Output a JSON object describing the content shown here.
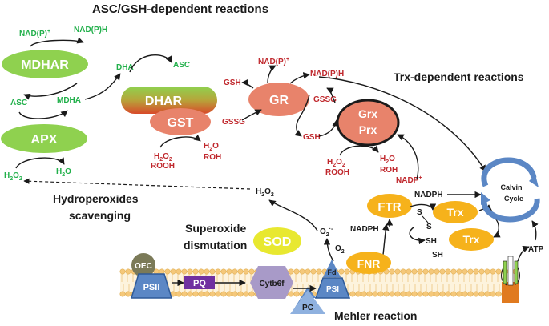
{
  "headings": {
    "asc_gsh": "ASC/GSH-dependent reactions",
    "trx": "Trx-dependent reactions",
    "hydroperoxides_1": "Hydroperoxides",
    "hydroperoxides_2": "scavenging",
    "superoxide_1": "Superoxide",
    "superoxide_2": "dismutation",
    "mehler": "Mehler reaction"
  },
  "enzymes": {
    "mdhar": "MDHAR",
    "apx": "APX",
    "dhar": "DHAR",
    "gst": "GST",
    "gr": "GR",
    "grx": "Grx",
    "prx": "Prx",
    "ftr": "FTR",
    "fnr": "FNR",
    "sod": "SOD",
    "trx_top": "Trx",
    "trx_bottom": "Trx"
  },
  "metabolites": {
    "nadp_plus_green": "NAD(P)",
    "nadph_green": "NAD(P)H",
    "dha": "DHA",
    "asc_right": "ASC",
    "asc_left": "ASC",
    "mdha": "MDHA",
    "h2o2_green": "H",
    "h2o_green": "H",
    "nadp_plus_red": "NAD(P)",
    "nadph_red": "NAD(P)H",
    "gsh_top": "GSH",
    "gssg_left": "GSSG",
    "gssg_right": "GSSG",
    "gsh_right": "GSH",
    "h2o2_gst": "H",
    "rooh_gst": "ROOH",
    "h2o_gst": "H",
    "roh_gst": "ROH",
    "h2o2_prx": "H",
    "rooh_prx": "ROOH",
    "h2o_prx": "H",
    "roh_prx": "ROH",
    "nadp_plus_ftr": "NADP",
    "nadph_trx": "NADPH",
    "nadph_fnr": "NADPH",
    "h2o2_mid": "H",
    "o2_radical": "O",
    "o2": "O",
    "atp": "ATP",
    "s1": "S",
    "s2": "S",
    "sh1": "SH",
    "sh2": "SH"
  },
  "complexes": {
    "oec": "OEC",
    "psii": "PSII",
    "pq": "PQ",
    "cytb6f": "Cytb6f",
    "pc": "PC",
    "fd": "Fd",
    "psi": "PSI",
    "calvin_1": "Calvin",
    "calvin_2": "Cycle"
  },
  "colors": {
    "green_enzyme": "#8fd14f",
    "salmon_enzyme": "#e8836b",
    "ftr_yellow": "#f6b21b",
    "sod_yellow": "#e8e830",
    "blue_complex": "#5b87c5",
    "purple_pq": "#7030a0",
    "lavender_cyt": "#a89ac8",
    "membrane": "#f5c87a"
  }
}
